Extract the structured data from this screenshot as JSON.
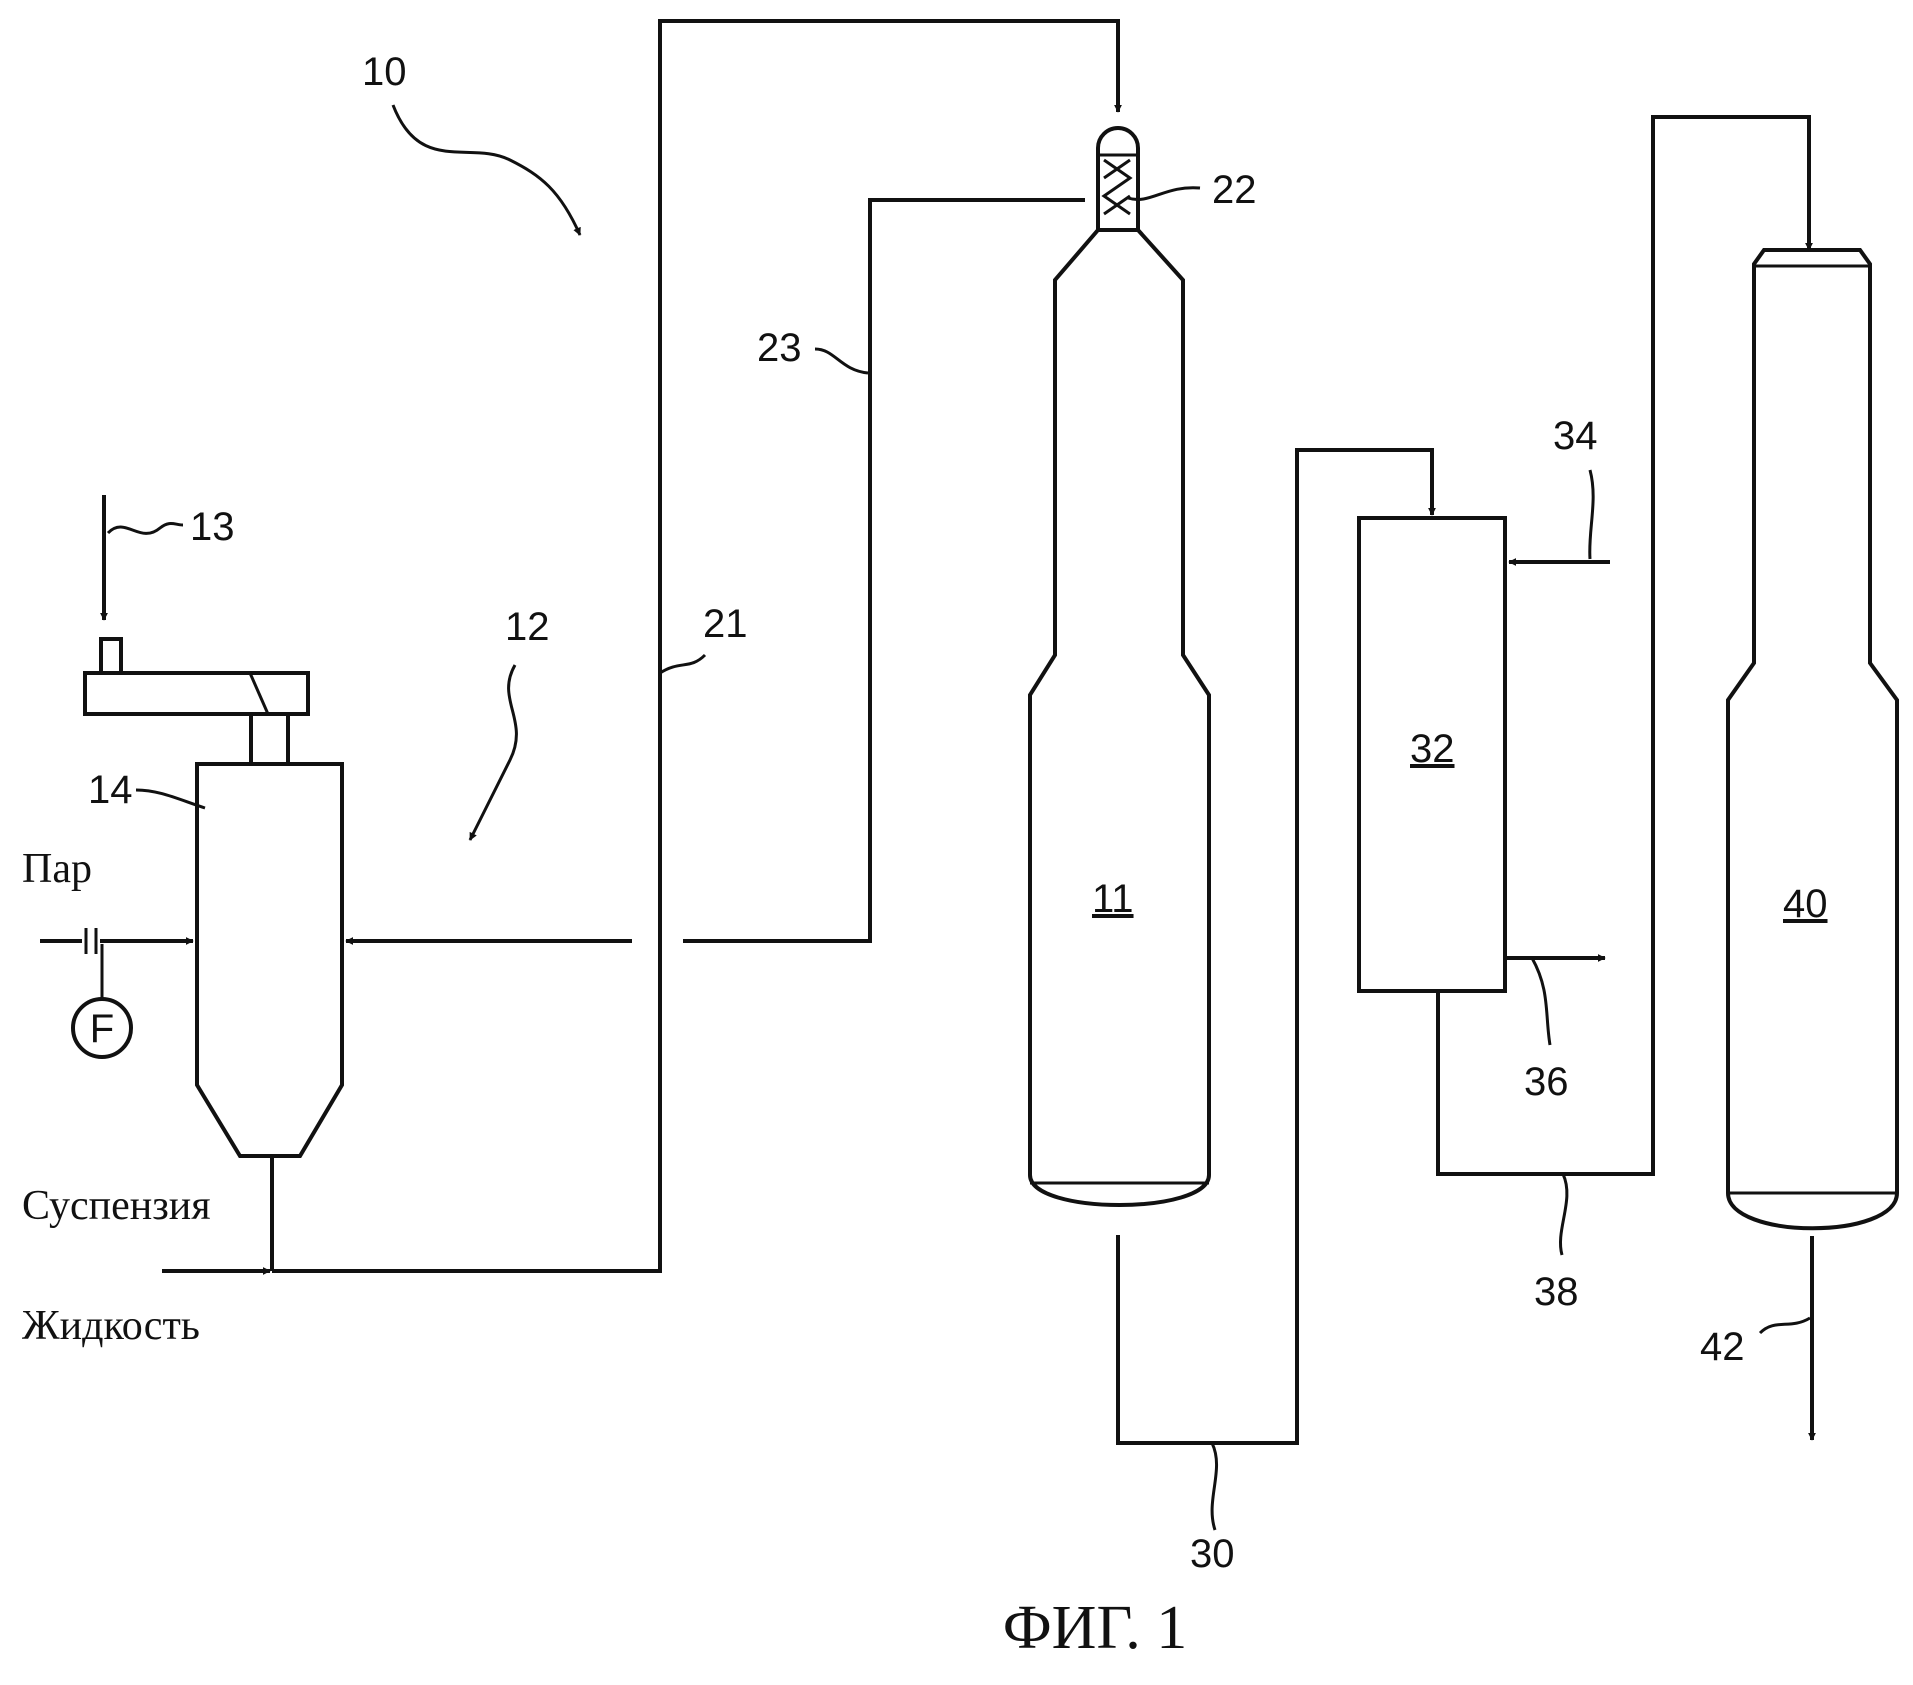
{
  "labels": {
    "ref_10": "10",
    "ref_11": "11",
    "ref_12": "12",
    "ref_13": "13",
    "ref_14": "14",
    "ref_21": "21",
    "ref_22": "22",
    "ref_23": "23",
    "ref_30": "30",
    "ref_32": "32",
    "ref_34": "34",
    "ref_36": "36",
    "ref_38": "38",
    "ref_40": "40",
    "ref_42": "42",
    "steam": "Пар",
    "slurry": "Суспензия",
    "liquid": "Жидкость",
    "flow_meter": "F"
  },
  "caption": "ФИГ. 1"
}
